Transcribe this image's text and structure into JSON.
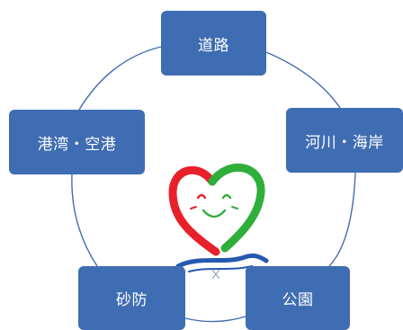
{
  "diagram": {
    "nodes": [
      {
        "id": "road",
        "label": "道路"
      },
      {
        "id": "river",
        "label": "河川・海岸"
      },
      {
        "id": "harbor",
        "label": "港湾・空港"
      },
      {
        "id": "sabo",
        "label": "砂防"
      },
      {
        "id": "park",
        "label": "公園"
      }
    ],
    "colors": {
      "node_fill": "#3f6db3",
      "connector": "#3f6db3",
      "heart_left": "#e8202a",
      "heart_right": "#2fae3a",
      "wave": "#2459b0"
    },
    "center_icon": "smiling-heart-logo"
  }
}
